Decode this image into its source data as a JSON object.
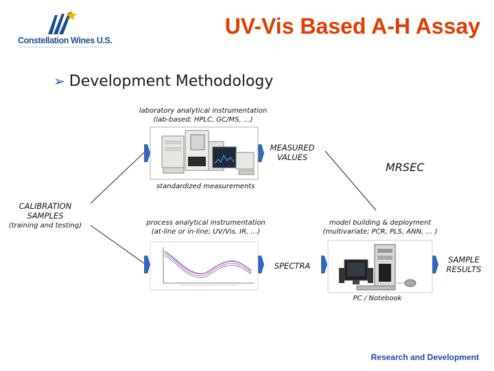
{
  "header": {
    "logo_text": "Constellation Wines U.S.",
    "title": "UV-Vis Based A-H Assay"
  },
  "subtitle": "Development Methodology",
  "diagram": {
    "lab_note_line1": "laboratory analytical instrumentation",
    "lab_note_line2": "(lab-based; HPLC, GC/MS, …)",
    "measured_line1": "MEASURED",
    "measured_line2": "VALUES",
    "mrsec": "MRSEC",
    "standardized": "standardized measurements",
    "calib_line1": "CALIBRATION",
    "calib_line2": "SAMPLES",
    "calib_line3": "(training and testing)",
    "process_line1": "process analytical instrumentation",
    "process_line2": "(at-line or in-line; UV/Vis, IR, …)",
    "model_line1": "model building & deployment",
    "model_line2": "(multivariate; PCR, PLS, ANN, … )",
    "spectra": "SPECTRA",
    "sample_line1": "SAMPLE",
    "sample_line2": "RESULTS",
    "pc_note": "PC / Notebook"
  },
  "footer": "Research and Development",
  "colors": {
    "title": "#e03c00",
    "arrow_fill": "#2f68b8",
    "footer": "#2246a8",
    "logo": "#1f4f8f",
    "spectrum": "#8a3fa0"
  }
}
